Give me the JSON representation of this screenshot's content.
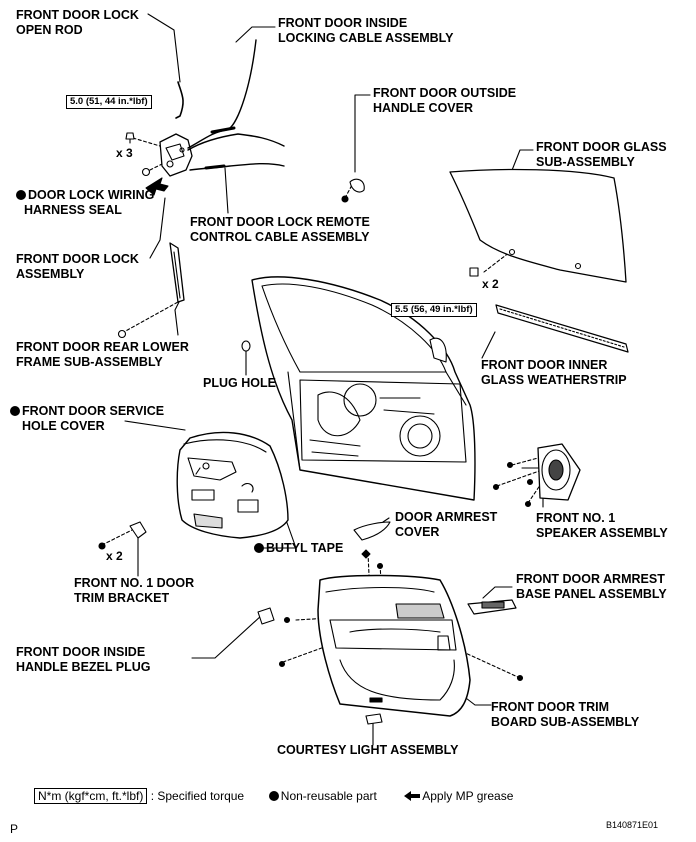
{
  "labels": {
    "front_door_lock_open_rod": [
      "FRONT DOOR LOCK",
      "OPEN ROD"
    ],
    "inside_locking_cable": [
      "FRONT DOOR INSIDE",
      "LOCKING CABLE ASSEMBLY"
    ],
    "outside_handle_cover": [
      "FRONT DOOR OUTSIDE",
      "HANDLE COVER"
    ],
    "glass_sub_assembly": [
      "FRONT DOOR GLASS",
      "SUB-ASSEMBLY"
    ],
    "lock_wiring_harness_seal": [
      "DOOR LOCK WIRING",
      "HARNESS SEAL"
    ],
    "lock_remote_control_cable": [
      "FRONT DOOR LOCK REMOTE",
      "CONTROL CABLE ASSEMBLY"
    ],
    "front_door_lock_assembly": [
      "FRONT DOOR LOCK",
      "ASSEMBLY"
    ],
    "rear_lower_frame": [
      "FRONT DOOR REAR LOWER",
      "FRAME SUB-ASSEMBLY"
    ],
    "plug_hole": [
      "PLUG HOLE"
    ],
    "inner_glass_weatherstrip": [
      "FRONT DOOR INNER",
      "GLASS WEATHERSTRIP"
    ],
    "service_hole_cover": [
      "FRONT DOOR SERVICE",
      "HOLE COVER"
    ],
    "speaker_assembly": [
      "FRONT NO. 1",
      "SPEAKER ASSEMBLY"
    ],
    "armrest_cover": [
      "DOOR ARMREST",
      "COVER"
    ],
    "butyl_tape": [
      "BUTYL TAPE"
    ],
    "trim_bracket": [
      "FRONT NO. 1 DOOR",
      "TRIM BRACKET"
    ],
    "armrest_base_panel": [
      "FRONT DOOR ARMREST",
      "BASE PANEL ASSEMBLY"
    ],
    "inside_handle_bezel_plug": [
      "FRONT DOOR INSIDE",
      "HANDLE BEZEL PLUG"
    ],
    "trim_board": [
      "FRONT DOOR TRIM",
      "BOARD SUB-ASSEMBLY"
    ],
    "courtesy_light": [
      "COURTESY LIGHT ASSEMBLY"
    ]
  },
  "torque_specs": {
    "lock_screws": "5.0 (51, 44 in.*lbf)",
    "glass_bolts": "5.5 (56, 49 in.*lbf)"
  },
  "quantities": {
    "lock_screws": "x 3",
    "glass_bolts": "x 2",
    "bracket_screws": "x 2"
  },
  "legend": {
    "torque_box": "N*m (kgf*cm, ft.*lbf)",
    "torque_text": ": Specified torque",
    "non_reusable": "Non-reusable part",
    "mp_grease": "Apply MP grease"
  },
  "footer": {
    "page_letter": "P",
    "figure_id": "B140871E01"
  },
  "colors": {
    "ink": "#000000",
    "paper": "#ffffff"
  }
}
